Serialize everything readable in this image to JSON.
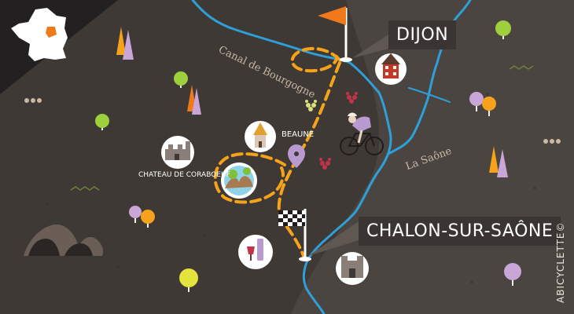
{
  "labels": {
    "dijon": "DIJON",
    "beaune": "BEAUNE",
    "chateau": "CHATEAU DE CORABOEUF",
    "chalon": "CHALON-SUR-SAÔNE",
    "canal": "Canal de Bourgogne",
    "saone": "La Saône",
    "credit": "ABICYCLETTE©"
  },
  "icons": {
    "start": "orange-flag-icon",
    "finish": "checkered-flag-icon",
    "cyclist": "cyclist-icon",
    "beaune_marker": "location-pin-icon"
  },
  "colors": {
    "land": "#3e3935",
    "land_light": "#4f4944",
    "river": "#2f9fd8",
    "route": "#f6a21a",
    "flag": "#f07a1a",
    "label_bg": "#3a3532",
    "grape": "#c2324a"
  }
}
